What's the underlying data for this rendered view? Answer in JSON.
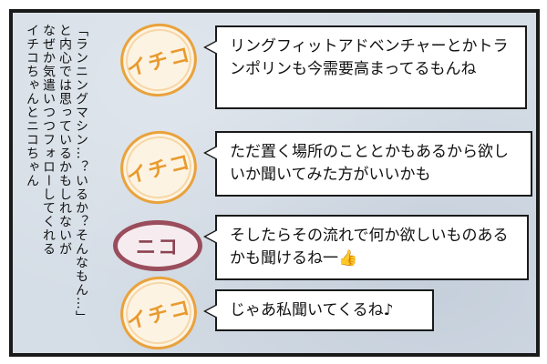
{
  "narration": {
    "line1": "「ランニングマシン…？いるか？そんなもん…」",
    "line2": "と内心では思っているかもしれないが",
    "line3": "なぜか気遣いつつフォローしてくれる",
    "line4": "イチコちゃんとニコちゃん"
  },
  "characters": {
    "ichiko": "イチコ",
    "niko": "ニコ"
  },
  "dialogue": [
    {
      "speaker": "ichiko",
      "text": "リングフィットアドベンチャーとかトランポリンも今需要高まってるもんね"
    },
    {
      "speaker": "ichiko",
      "text": "ただ置く場所のこととかもあるから欲しいか聞いてみた方がいいかも"
    },
    {
      "speaker": "niko",
      "text": "そしたらその流れで何か欲しいものあるかも聞けるね一👍"
    },
    {
      "speaker": "ichiko",
      "text": "じゃあ私聞いてくるね♪"
    }
  ],
  "colors": {
    "ichiko_orange": "#e9a23c",
    "niko_maroon": "#9a4d5c",
    "background": "#d5dde6"
  }
}
